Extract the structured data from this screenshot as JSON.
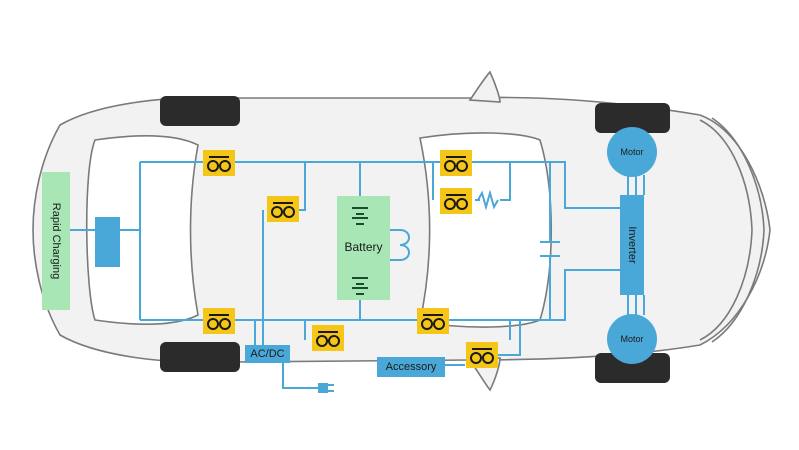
{
  "labels": {
    "rapid_charging": "Rapid Charging",
    "battery": "Battery",
    "inverter": "Inverter",
    "motor_front": "Motor",
    "motor_rear": "Motor",
    "ac_dc": "AC/DC",
    "accessory": "Accessory"
  },
  "colors": {
    "wire": "#4aa8d8",
    "block": "#4aa8d8",
    "green_block": "#a8e6b6",
    "contactor": "#f5c518",
    "car_body": "#f2f2f2",
    "car_outline": "#7a7a7a",
    "tire": "#2b2b2b"
  },
  "icons": {
    "contactor": "contactor-icon",
    "resistor": "resistor-icon",
    "capacitor": "capacitor-icon",
    "plug": "plug-icon",
    "fuse": "fuse-icon"
  }
}
